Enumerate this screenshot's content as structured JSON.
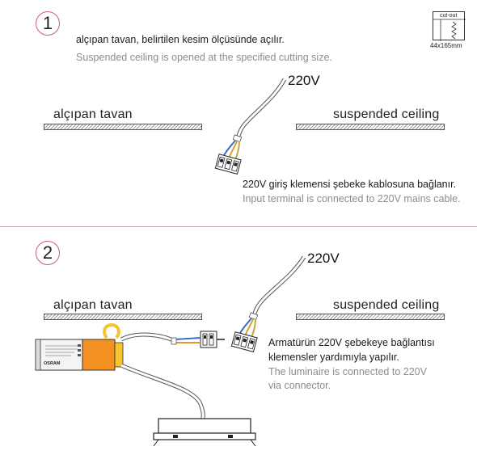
{
  "step1": {
    "number": "1",
    "tr": "alçıpan tavan, belirtilen kesim ölçüsünde açılır.",
    "en": "Suspended ceiling is opened at the specified cutting size.",
    "ceiling_left": "alçıpan tavan",
    "ceiling_right": "suspended ceiling",
    "voltage": "220V",
    "note_tr": "220V giriş klemensi şebeke kablosuna bağlanır.",
    "note_en": "Input terminal is connected to 220V mains cable."
  },
  "cutout": {
    "label": "cut-out",
    "dimensions": "44x165mm"
  },
  "step2": {
    "number": "2",
    "ceiling_left": "alçıpan tavan",
    "ceiling_right": "suspended ceiling",
    "voltage": "220V",
    "note_tr_1": "Armatürün 220V şebekeye bağlantısı",
    "note_tr_2": "klemensler yardımıyla yapılır.",
    "note_en_1": "The luminaire is connected to 220V",
    "note_en_2": "via connector.",
    "driver_brand": "OSRAM"
  }
}
